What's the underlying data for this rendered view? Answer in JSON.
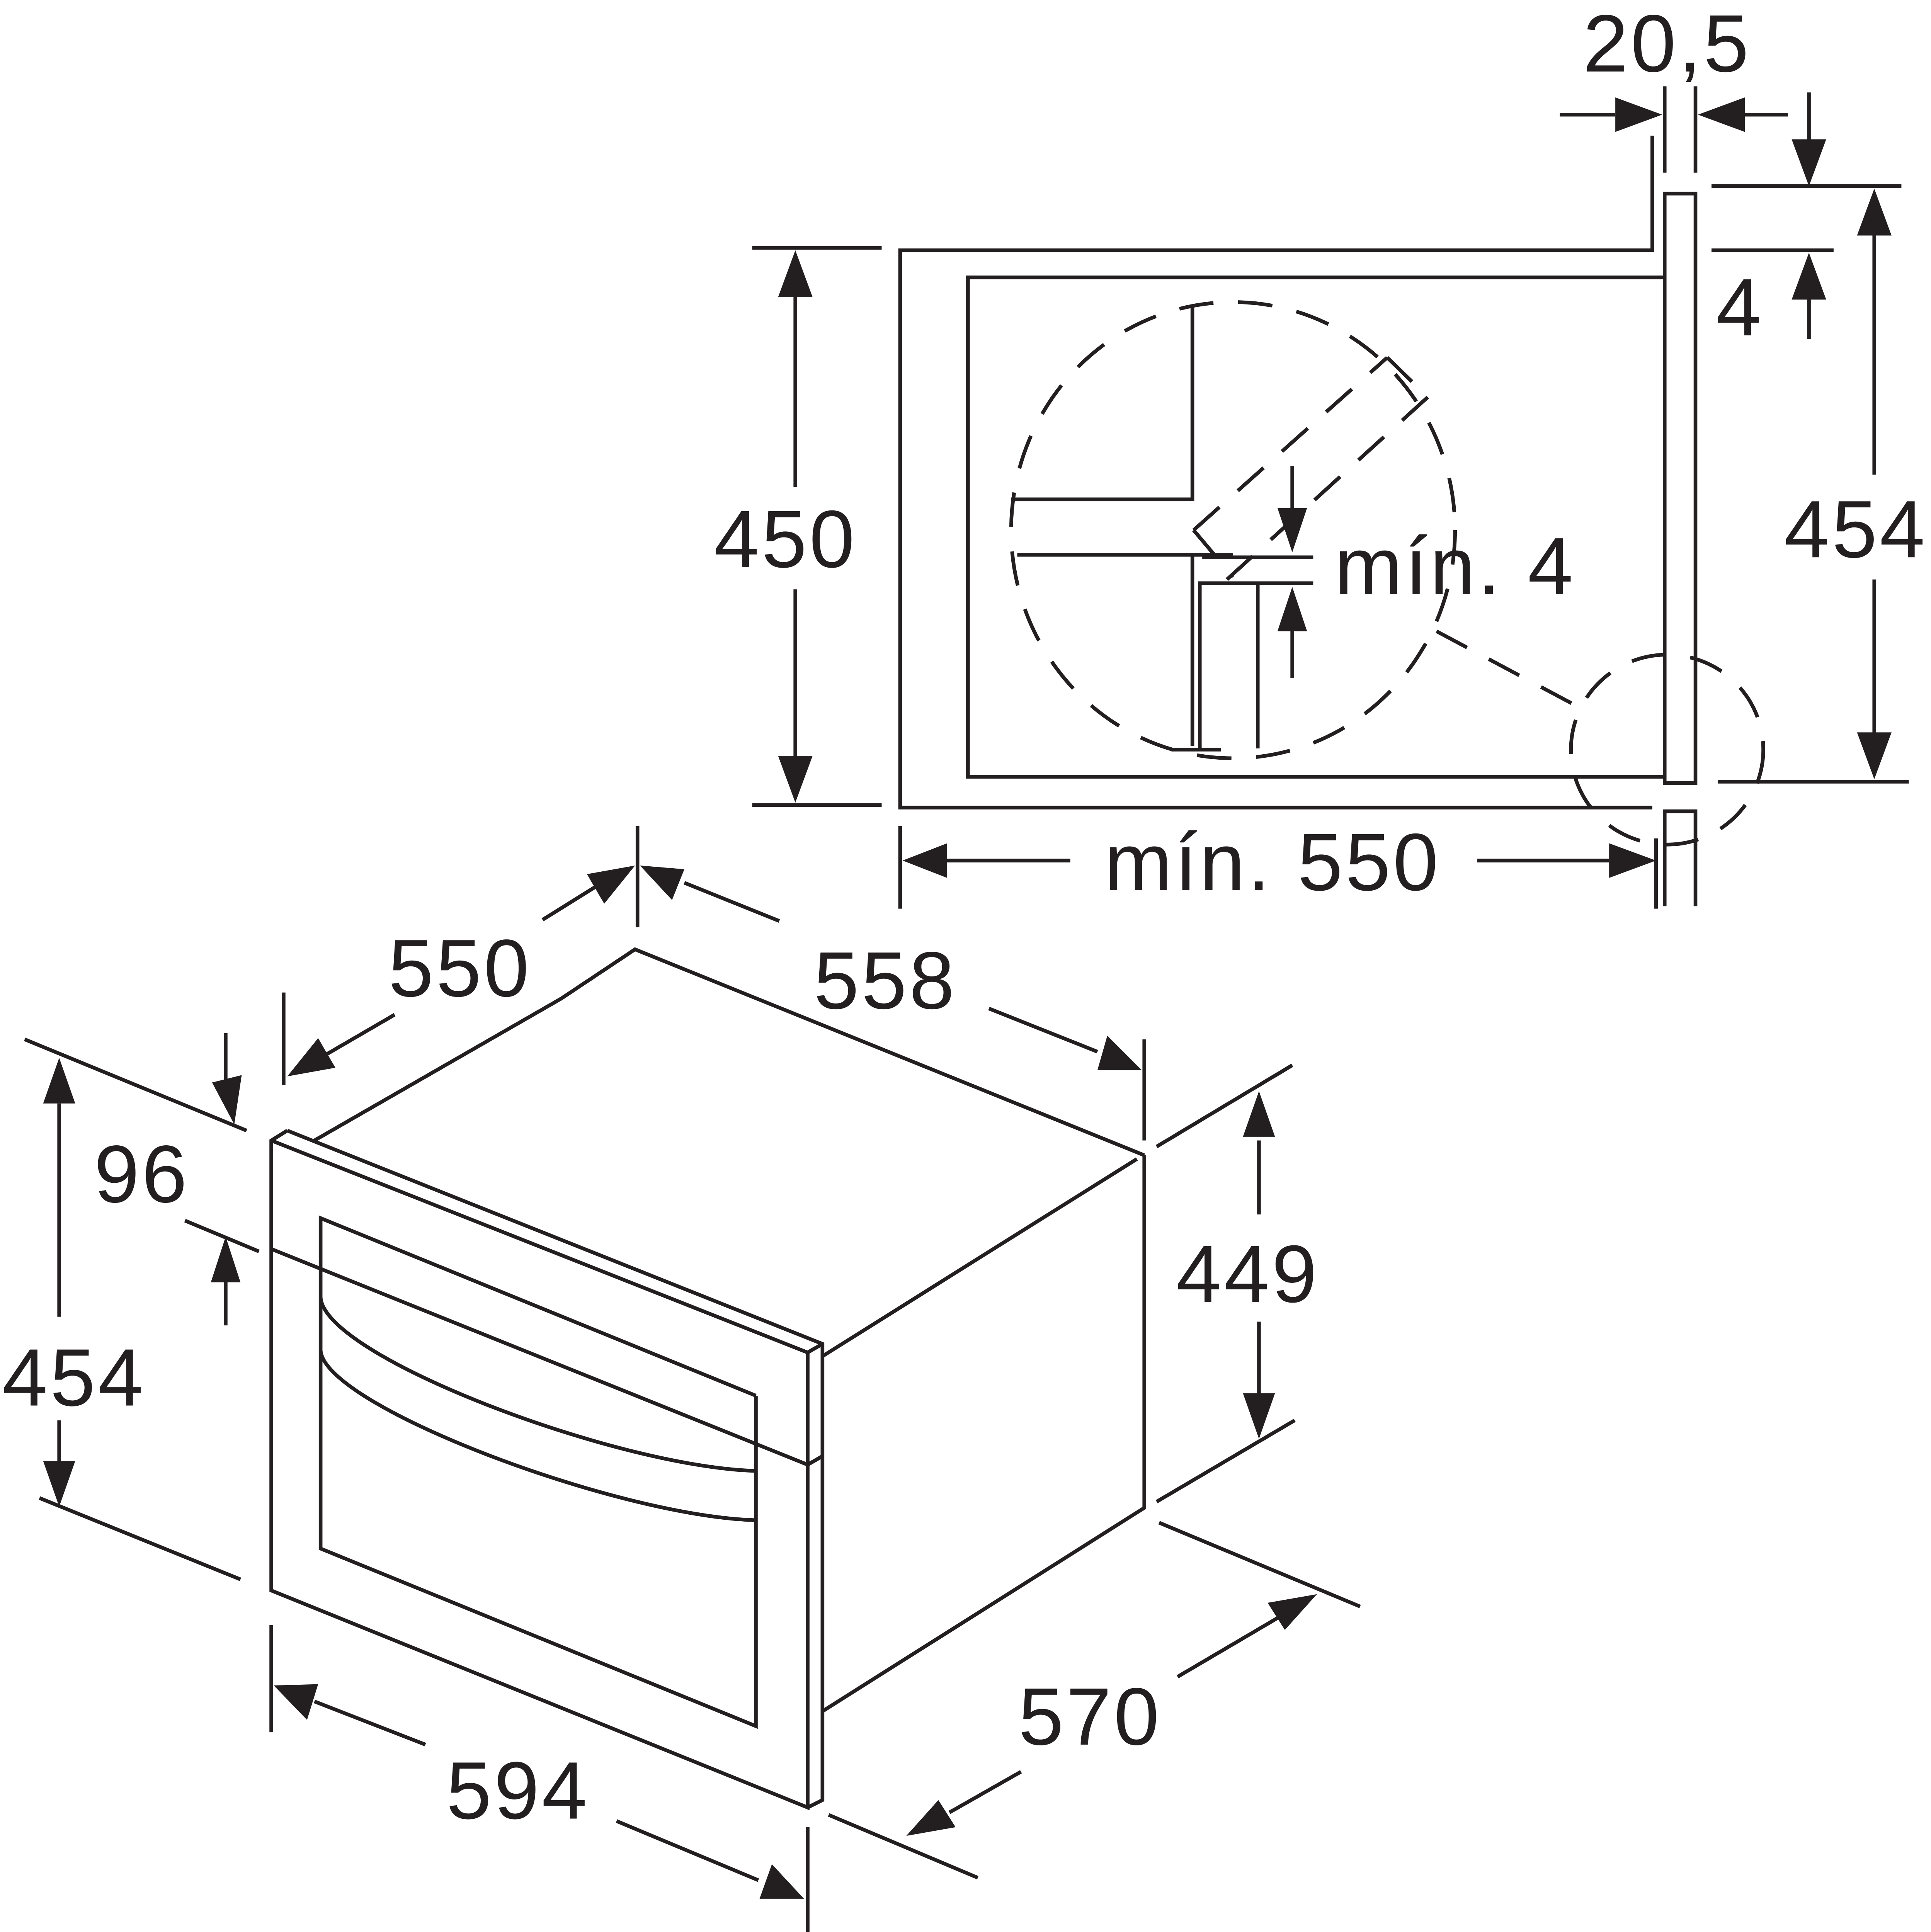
{
  "installation_view": {
    "niche_height": "450",
    "front_height": "454",
    "front_thickness": "20,5",
    "top_step": "4",
    "min_gap": "mín. 4",
    "niche_depth": "mín. 550"
  },
  "appliance_view": {
    "depth": "550",
    "body_width": "558",
    "height_body": "449",
    "front_width": "594",
    "overall_depth": "570",
    "front_height": "454",
    "top_offset": "96"
  }
}
